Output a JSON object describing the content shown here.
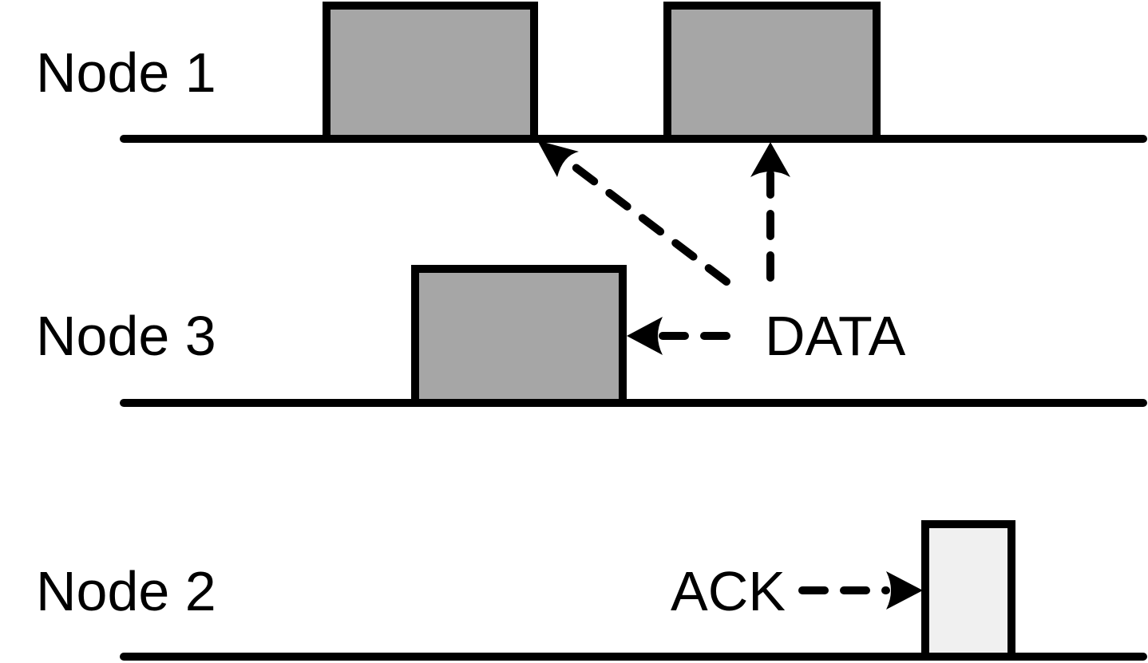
{
  "nodes": {
    "node1": {
      "label": "Node 1"
    },
    "node3": {
      "label": "Node 3"
    },
    "node2": {
      "label": "Node 2"
    }
  },
  "messages": {
    "data": "DATA",
    "ack": "ACK"
  },
  "colors": {
    "busy_frame": "#a6a6a6",
    "ack_frame": "#f0f0f0",
    "line": "#000000"
  }
}
